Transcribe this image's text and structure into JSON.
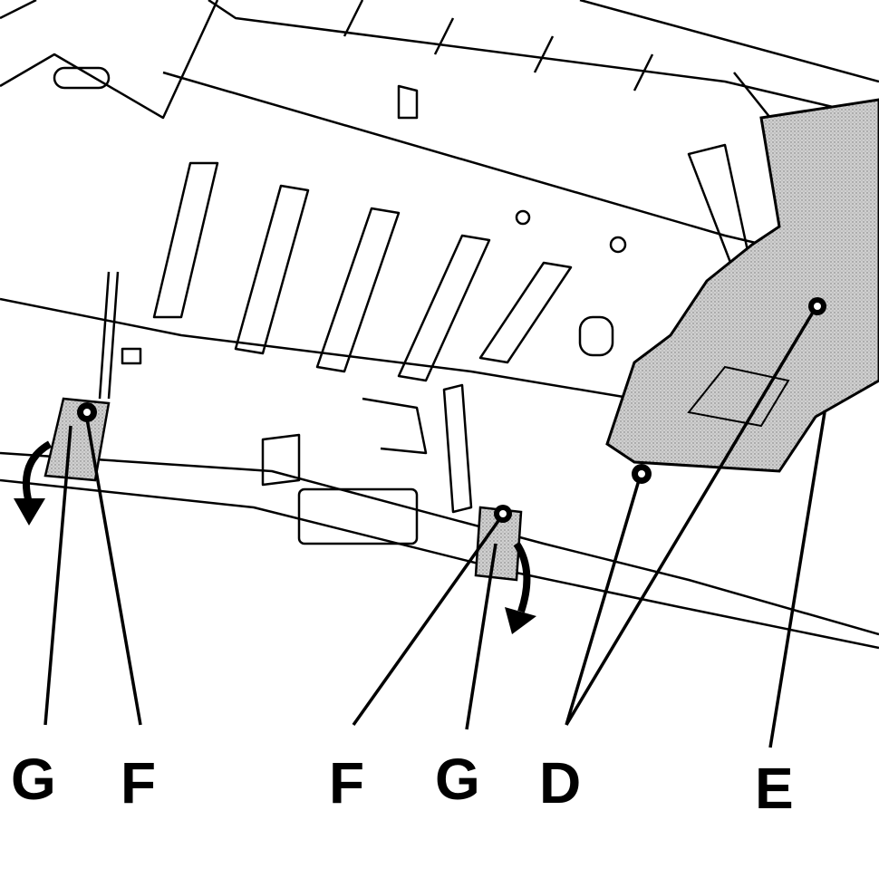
{
  "figure": {
    "callouts": [
      {
        "id": "g-left",
        "label": "G"
      },
      {
        "id": "f-left",
        "label": "F"
      },
      {
        "id": "f-mid",
        "label": "F"
      },
      {
        "id": "g-mid",
        "label": "G"
      },
      {
        "id": "d",
        "label": "D"
      },
      {
        "id": "e",
        "label": "E"
      }
    ],
    "colors": {
      "line": "#000000",
      "shade": "#c8c8c8",
      "background": "#ffffff"
    }
  }
}
